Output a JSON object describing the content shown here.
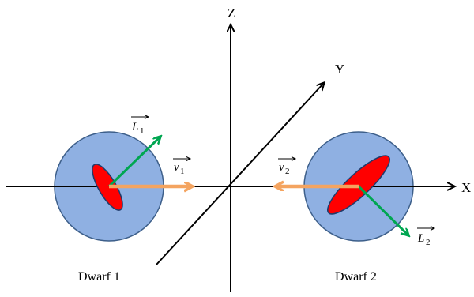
{
  "axes": {
    "x": "X",
    "y": "Y",
    "z": "Z"
  },
  "dwarf1": {
    "name": "Dwarf 1",
    "L": {
      "base": "L",
      "sub": "1"
    },
    "v": {
      "base": "v",
      "sub": "1"
    }
  },
  "dwarf2": {
    "name": "Dwarf 2",
    "L": {
      "base": "L",
      "sub": "2"
    },
    "v": {
      "base": "v",
      "sub": "2"
    }
  },
  "colors": {
    "halo_fill": "#8fb0e2",
    "halo_stroke": "#3d5f8a",
    "disk_fill": "#ff0000",
    "disk_stroke": "#1f3b6b",
    "angular_momentum": "#00a651",
    "velocity": "#f4a460",
    "axis": "#000000"
  }
}
